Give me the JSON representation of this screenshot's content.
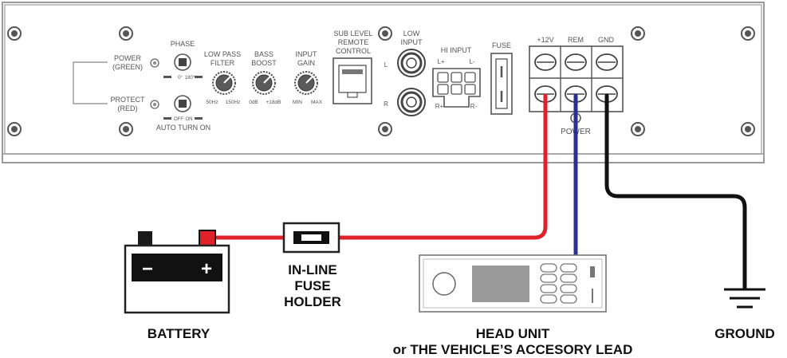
{
  "amp_panel": {
    "led_power": "POWER",
    "led_power_color": "(GREEN)",
    "led_protect": "PROTECT",
    "led_protect_color": "(RED)",
    "phase": {
      "title": "PHASE",
      "scale_low": "0°",
      "scale_high": "180°"
    },
    "auto_turn_on": {
      "scale_low": "OFF",
      "scale_high": "ON",
      "title": "AUTO TURN ON"
    },
    "low_pass_filter": {
      "title_1": "LOW PASS",
      "title_2": "FILTER",
      "min": "50Hz",
      "max": "150Hz"
    },
    "bass_boost": {
      "title_1": "BASS",
      "title_2": "BOOST",
      "min": "0dB",
      "max": "+18dB"
    },
    "input_gain": {
      "title_1": "INPUT",
      "title_2": "GAIN",
      "min": "MIN",
      "max": "MAX"
    },
    "sub_level": {
      "line_1": "SUB LEVEL",
      "line_2": "REMOTE",
      "line_3": "CONTROL"
    },
    "low_input": {
      "line_1": "LOW",
      "line_2": "INPUT",
      "left": "L",
      "right": "R"
    },
    "hi_input": {
      "title": "HI INPUT",
      "l_plus": "L+",
      "l_minus": "L-",
      "r_plus": "R+",
      "r_minus": "R-"
    },
    "fuse": "FUSE",
    "terminals": {
      "plus12v": "+12V",
      "rem": "REM",
      "gnd": "GND",
      "power": "POWER"
    }
  },
  "components": {
    "battery_minus": "−",
    "battery_plus": "+",
    "battery": "BATTERY",
    "fuse_holder_1": "IN-LINE",
    "fuse_holder_2": "FUSE",
    "fuse_holder_3": "HOLDER",
    "head_unit_1": "HEAD UNIT",
    "head_unit_2": "or THE VEHICLE’S ACCESORY LEAD",
    "ground": "GROUND"
  },
  "colors": {
    "wire_power": "#e0202a",
    "wire_remote": "#2b2f8f",
    "wire_ground": "#111111",
    "panel_stroke": "#9a9a9a"
  }
}
